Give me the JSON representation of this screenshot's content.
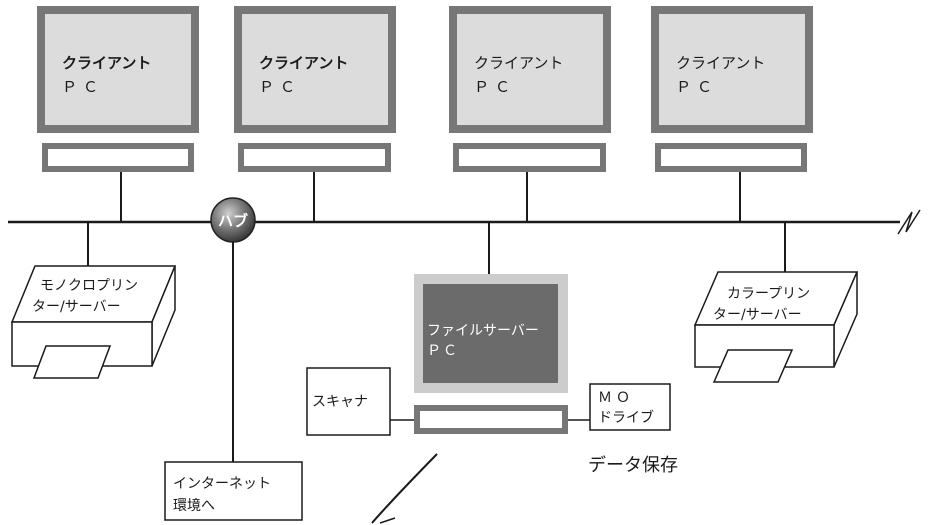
{
  "clients": [
    {
      "line1": "クライアント",
      "line2": "ＰＣ"
    },
    {
      "line1": "クライアント",
      "line2": "ＰＣ"
    },
    {
      "line1": "クライアント",
      "line2": "ＰＣ"
    },
    {
      "line1": "クライアント",
      "line2": "ＰＣ"
    }
  ],
  "hub": {
    "label": "ハブ"
  },
  "mono_printer": {
    "line1": "モノクロプリン",
    "line2": "ター/サーバー"
  },
  "color_printer": {
    "line1": "カラープリン",
    "line2": "ター/サーバー"
  },
  "file_server": {
    "line1": "ファイルサーバー",
    "line2": "ＰＣ"
  },
  "scanner": {
    "label": "スキャナ"
  },
  "mo_drive": {
    "line1": "ＭＯ",
    "line2": "ドライブ"
  },
  "data_storage": {
    "label": "データ保存"
  },
  "internet": {
    "line1": "インターネット",
    "line2": "環境へ"
  },
  "colors": {
    "frame": "#777777",
    "screen": "#dcdcdc",
    "server_screen": "#6b6b6b",
    "server_frame": "#cccccc",
    "line": "#1a1a1a"
  }
}
